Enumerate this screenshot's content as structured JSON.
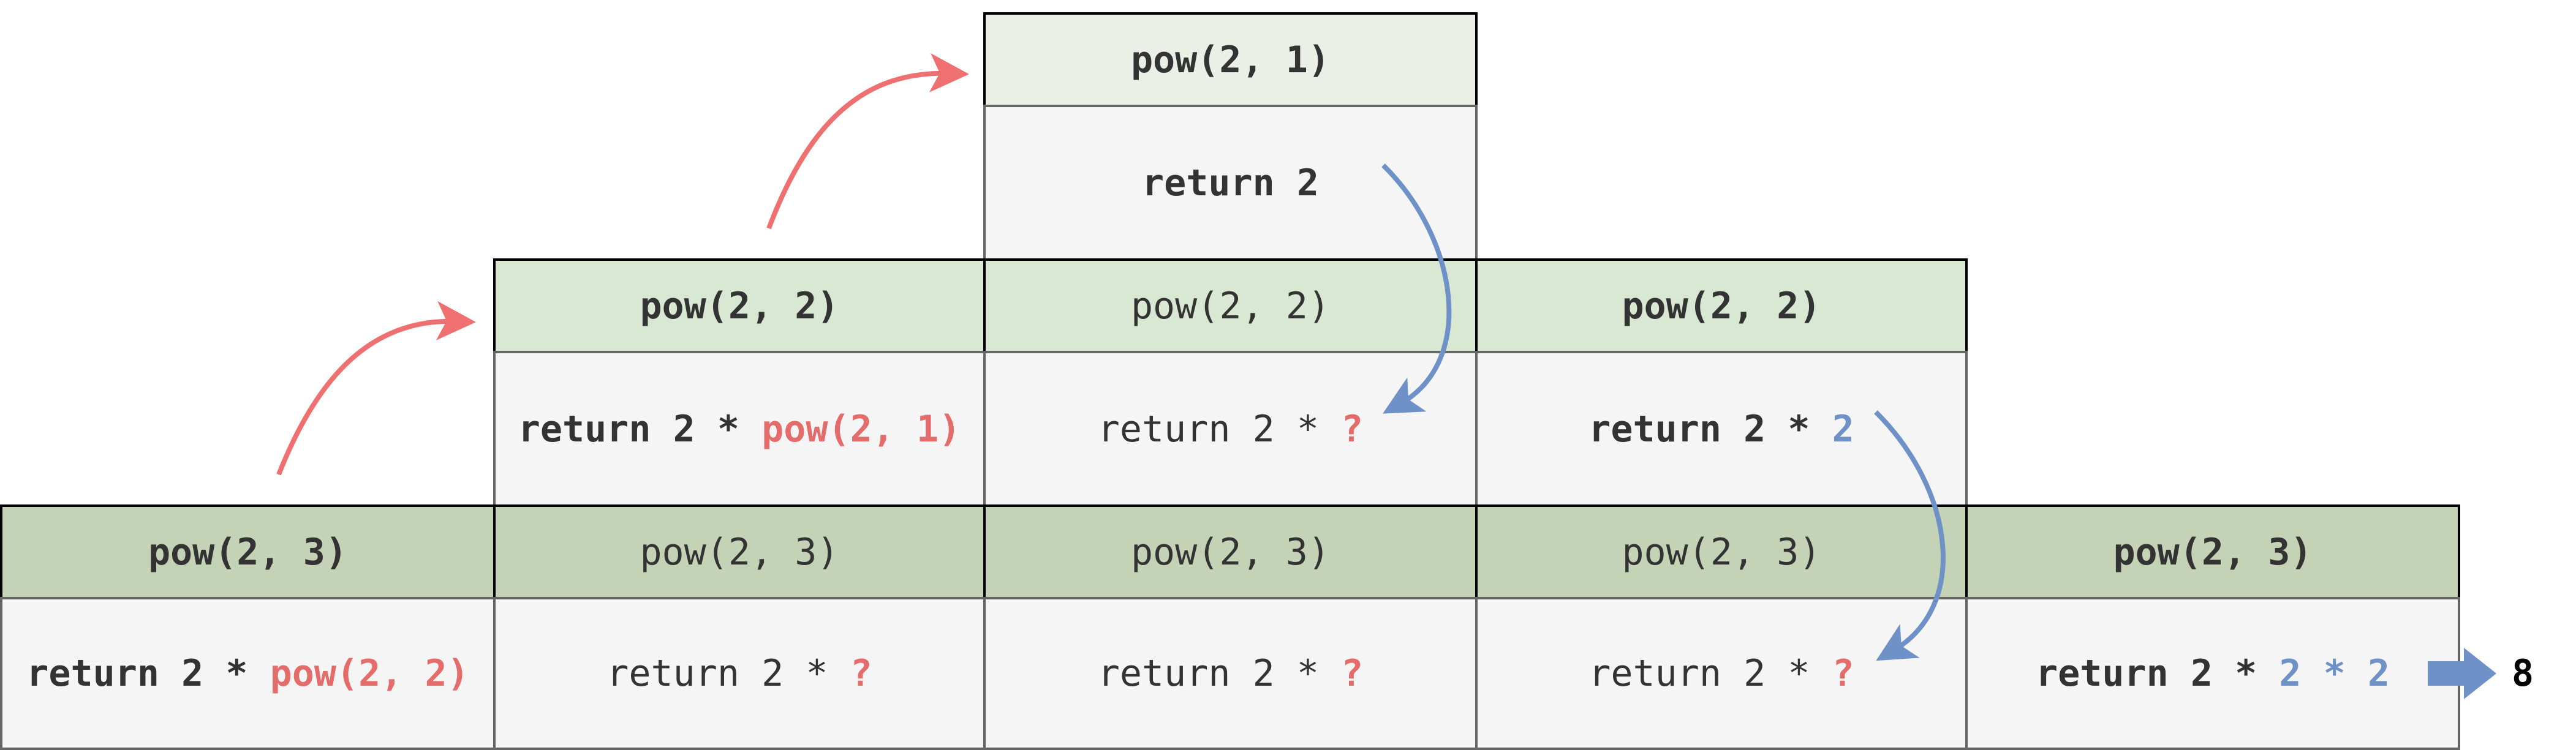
{
  "frames": {
    "top": {
      "header": "pow(2, 1)",
      "ret": "return 2"
    },
    "middle_row": [
      {
        "header": "pow(2, 2)",
        "ret_prefix": "return 2 * ",
        "ret_value": "pow(2, 1)"
      },
      {
        "header": "pow(2, 2)",
        "ret_prefix": "return 2 * ",
        "ret_value": "?"
      },
      {
        "header": "pow(2, 2)",
        "ret_prefix": "return 2 * ",
        "ret_value": "2"
      }
    ],
    "bottom_row": [
      {
        "header": "pow(2, 3)",
        "ret_prefix": "return 2 * ",
        "ret_value": "pow(2, 2)"
      },
      {
        "header": "pow(2, 3)",
        "ret_prefix": "return 2 * ",
        "ret_value": "?"
      },
      {
        "header": "pow(2, 3)",
        "ret_prefix": "return 2 * ",
        "ret_value": "?"
      },
      {
        "header": "pow(2, 3)",
        "ret_prefix": "return 2 * ",
        "ret_value": "?"
      },
      {
        "header": "pow(2, 3)",
        "ret_prefix": "return 2 * ",
        "ret_value": "2 * 2"
      }
    ]
  },
  "result": "8",
  "colors": {
    "call_arrow": "#ef7070",
    "return_arrow": "#6e91c7",
    "result_arrow": "#6e91c7"
  }
}
